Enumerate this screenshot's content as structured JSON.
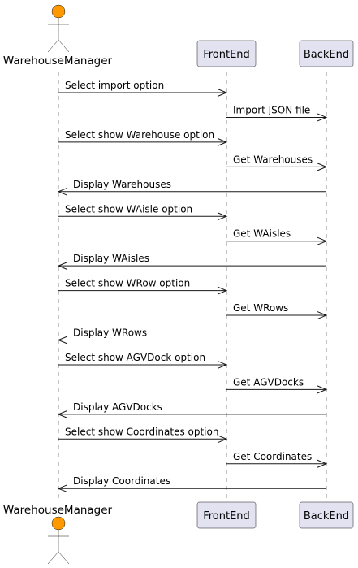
{
  "diagram": {
    "type": "sequence",
    "colors": {
      "participant_fill": "#E2E2F0",
      "participant_border": "#181818",
      "actor_fill": "#FF9900",
      "line": "#181818",
      "lifeline": "#181818"
    },
    "participants": [
      {
        "id": "wm",
        "name": "WarehouseManager",
        "kind": "actor"
      },
      {
        "id": "fe",
        "name": "FrontEnd",
        "kind": "participant"
      },
      {
        "id": "be",
        "name": "BackEnd",
        "kind": "participant"
      }
    ],
    "messages": [
      {
        "from": "wm",
        "to": "fe",
        "label": "Select import option"
      },
      {
        "from": "fe",
        "to": "be",
        "label": "Import JSON file"
      },
      {
        "from": "wm",
        "to": "fe",
        "label": "Select show Warehouse option"
      },
      {
        "from": "fe",
        "to": "be",
        "label": "Get Warehouses"
      },
      {
        "from": "be",
        "to": "wm",
        "label": "Display Warehouses"
      },
      {
        "from": "wm",
        "to": "fe",
        "label": "Select show WAisle option"
      },
      {
        "from": "fe",
        "to": "be",
        "label": "Get WAisles"
      },
      {
        "from": "be",
        "to": "wm",
        "label": "Display WAisles"
      },
      {
        "from": "wm",
        "to": "fe",
        "label": "Select show WRow option"
      },
      {
        "from": "fe",
        "to": "be",
        "label": "Get WRows"
      },
      {
        "from": "be",
        "to": "wm",
        "label": "Display WRows"
      },
      {
        "from": "wm",
        "to": "fe",
        "label": "Select show AGVDock option"
      },
      {
        "from": "fe",
        "to": "be",
        "label": "Get AGVDocks"
      },
      {
        "from": "be",
        "to": "wm",
        "label": "Display AGVDocks"
      },
      {
        "from": "wm",
        "to": "fe",
        "label": "Select show Coordinates option"
      },
      {
        "from": "fe",
        "to": "be",
        "label": "Get Coordinates"
      },
      {
        "from": "be",
        "to": "wm",
        "label": "Display Coordinates"
      }
    ]
  }
}
